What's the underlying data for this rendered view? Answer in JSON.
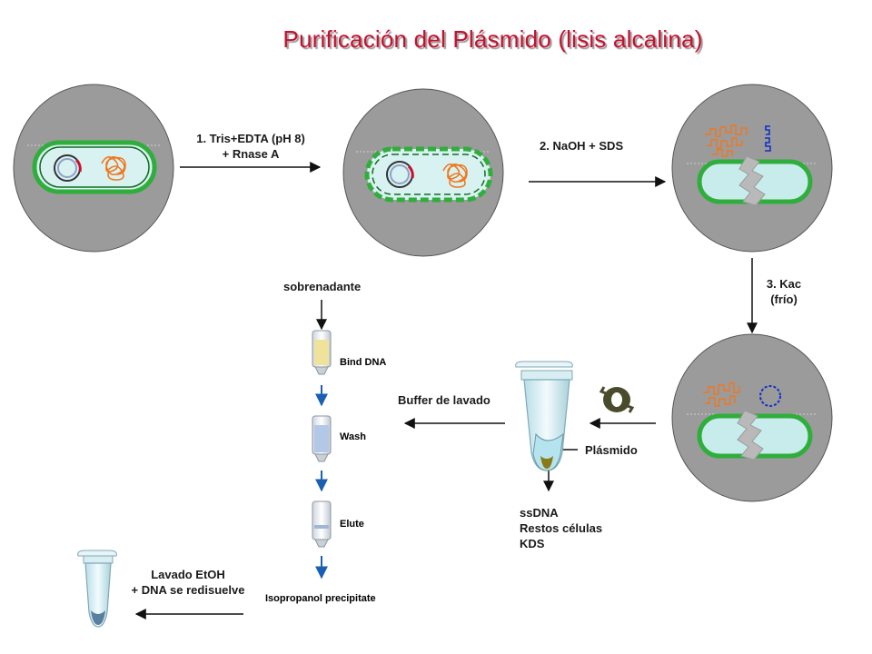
{
  "title": "Purificación del Plásmido (lisis alcalina)",
  "steps": {
    "step1_line1": "1. Tris+EDTA (pH 8)",
    "step1_line2": "+ Rnase A",
    "step2": "2.  NaOH + SDS",
    "step3_line1": "3. Kac",
    "step3_line2": "(frío)"
  },
  "centrifuge": {
    "plasmid_label": "Plásmido",
    "pellet_lines": [
      "ssDNA",
      "Restos células",
      "KDS"
    ],
    "wash_buffer": "Buffer de lavado"
  },
  "column": {
    "input": "sobrenadante",
    "stages": [
      "Bind DNA",
      "Wash",
      "Elute",
      "Isopropanol precipitate"
    ]
  },
  "final": {
    "line1": "Lavado EtOH",
    "line2": "+ DNA se redisuelve"
  },
  "colors": {
    "title": "#c8102e",
    "cell_disc": "#9b9b9b",
    "membrane": "#2fae3c",
    "cytoplasm": "#c8ecec",
    "chromosomal_dna": "#f07820",
    "plasmid": "#1030c8",
    "arrow_blue": "#1a5fb4"
  }
}
